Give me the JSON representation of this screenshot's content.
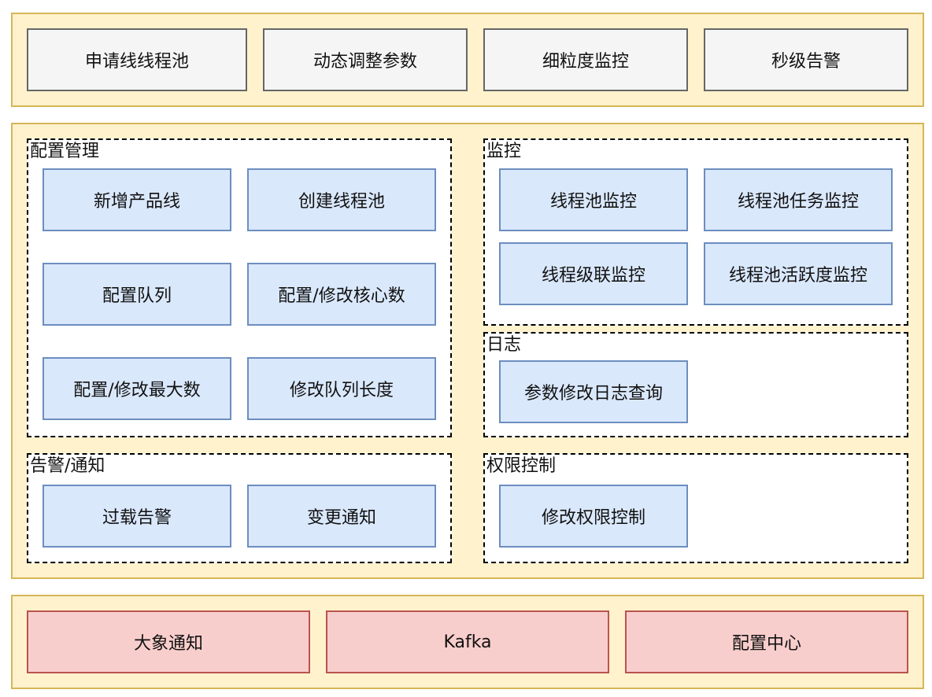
{
  "top_layer": {
    "items": [
      "申请线线程池",
      "动态调整参数",
      "细粒度监控",
      "秒级告警"
    ]
  },
  "middle_layer": {
    "config": {
      "label": "配置管理",
      "items": [
        "新增产品线",
        "创建线程池",
        "配置队列",
        "配置/修改核心数",
        "配置/修改最大数",
        "修改队列长度"
      ]
    },
    "alert": {
      "label": "告警/通知",
      "items": [
        "过载告警",
        "变更通知"
      ]
    },
    "monitor": {
      "label": "监控",
      "items": [
        "线程池监控",
        "线程池任务监控",
        "线程级联监控",
        "线程池活跃度监控"
      ]
    },
    "log": {
      "label": "日志",
      "items": [
        "参数修改日志查询"
      ]
    },
    "permission": {
      "label": "权限控制",
      "items": [
        "修改权限控制"
      ]
    }
  },
  "bottom_layer": {
    "items": [
      "大象通知",
      "Kafka",
      "配置中心"
    ]
  },
  "colors": {
    "layer_fill": "#fff2cc",
    "layer_border": "#d6b656",
    "gray_fill": "#f5f5f5",
    "blue_fill": "#dae8fc",
    "blue_border": "#6c8ebf",
    "red_fill": "#f8cecc",
    "red_border": "#b85450"
  }
}
